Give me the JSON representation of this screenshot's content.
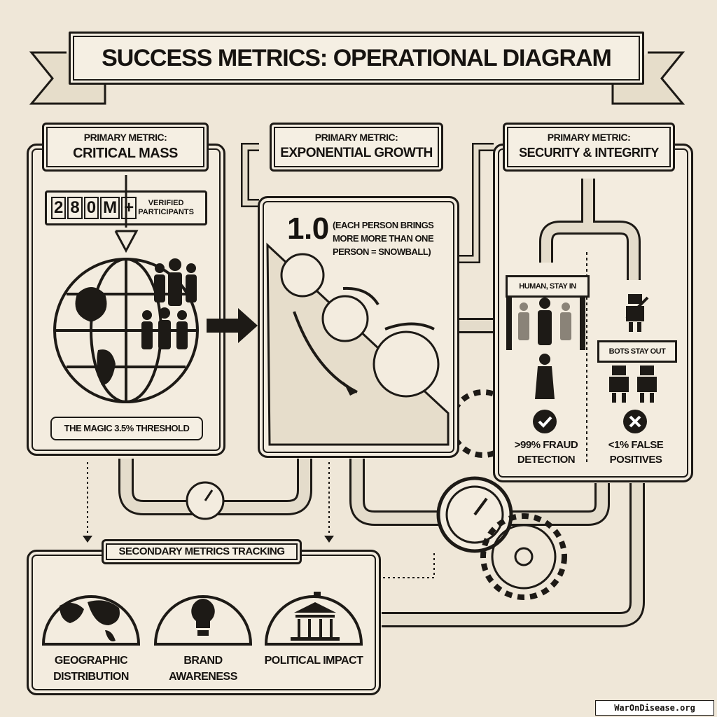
{
  "title": "SUCCESS METRICS: OPERATIONAL DIAGRAM",
  "panels": {
    "critical_mass": {
      "kicker": "PRIMARY METRIC:",
      "heading": "CRITICAL MASS",
      "counter": [
        "2",
        "8",
        "0",
        "M",
        "+"
      ],
      "counter_caption": "VERIFIED PARTICIPANTS",
      "threshold": "THE MAGIC 3.5% THRESHOLD"
    },
    "exponential_growth": {
      "kicker": "PRIMARY METRIC:",
      "heading": "EXPONENTIAL GROWTH",
      "value": "1.0",
      "note": "(EACH PERSON BRINGS MORE MORE THAN ONE PERSON = SNOWBALL)"
    },
    "security": {
      "kicker": "PRIMARY METRIC:",
      "heading": "SECURITY & INTEGRITY",
      "human_sign": "HUMAN, STAY IN",
      "bot_sign": "BOTS STAY OUT",
      "fraud_detection": ">99% FRAUD DETECTION",
      "false_positives": "<1% FALSE POSITIVES"
    }
  },
  "secondary": {
    "heading": "SECONDARY METRICS TRACKING",
    "gauges": [
      {
        "label": "GEOGRAPHIC DISTRIBUTION",
        "icon": "world-map-icon"
      },
      {
        "label": "BRAND AWARENESS",
        "icon": "lightbulb-icon"
      },
      {
        "label": "POLITICAL IMPACT",
        "icon": "capitol-building-icon"
      }
    ]
  },
  "watermark": "WarOnDisease.org",
  "colors": {
    "paper": "#efe7d8",
    "ink": "#1d1a16",
    "panel": "#f3ecdf"
  }
}
